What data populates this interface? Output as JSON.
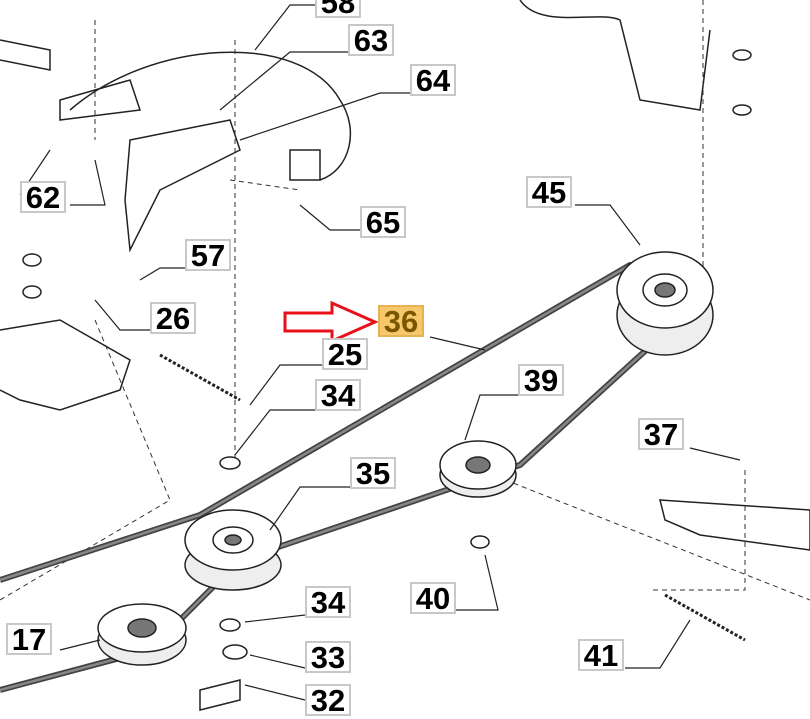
{
  "diagram": {
    "highlighted_part": "36",
    "highlight_color": "#f7c86a",
    "arrow_color": "#e8101a",
    "labels": {
      "p58": "58",
      "p63": "63",
      "p64": "64",
      "p62": "62",
      "p65": "65",
      "p57": "57",
      "p26": "26",
      "p36": "36",
      "p25": "25",
      "p34a": "34",
      "p39": "39",
      "p45": "45",
      "p37": "37",
      "p35": "35",
      "p40": "40",
      "p17": "17",
      "p34b": "34",
      "p33": "33",
      "p32": "32",
      "p41": "41"
    }
  }
}
